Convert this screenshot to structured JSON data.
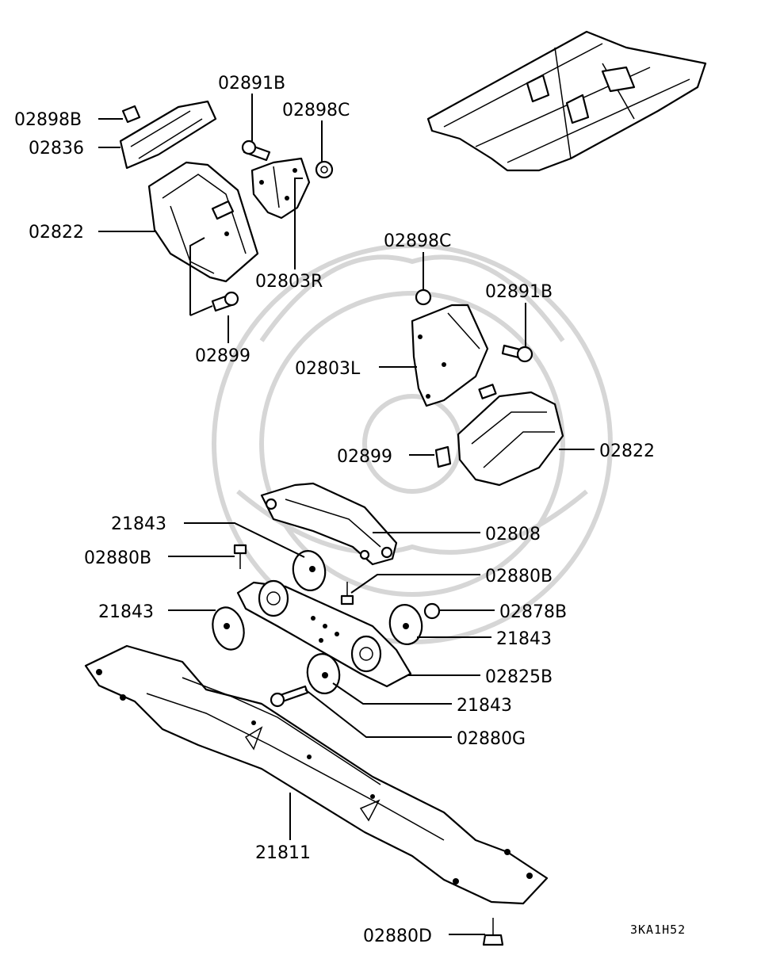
{
  "diagram_code": "3KA1H52",
  "callouts": {
    "c_02891B_top": "02891B",
    "c_02898B": "02898B",
    "c_02898C_top": "02898C",
    "c_02836": "02836",
    "c_02822_left": "02822",
    "c_02803R": "02803R",
    "c_02899_top": "02899",
    "c_02898C_mid": "02898C",
    "c_02891B_mid": "02891B",
    "c_02803L": "02803L",
    "c_02899_mid": "02899",
    "c_02822_right": "02822",
    "c_21843_a": "21843",
    "c_02808": "02808",
    "c_02880B_left": "02880B",
    "c_02880B_right": "02880B",
    "c_21843_b": "21843",
    "c_02878B": "02878B",
    "c_21843_c": "21843",
    "c_02825B": "02825B",
    "c_21843_d": "21843",
    "c_02880G": "02880G",
    "c_21811": "21811",
    "c_02880D": "02880D"
  }
}
